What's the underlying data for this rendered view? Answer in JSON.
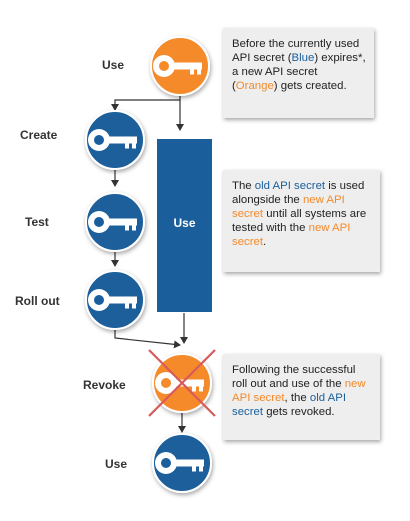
{
  "steps": {
    "use_top": "Use",
    "create": "Create",
    "test": "Test",
    "rollout": "Roll out",
    "revoke": "Revoke",
    "use_bottom": "Use"
  },
  "use_bar": {
    "label": "Use"
  },
  "notes": {
    "note1": {
      "t1": "Before the currently used API secret (",
      "blue": "Blue",
      "t2": ") expires*, a new API secret (",
      "orange": "Orange",
      "t3": ") gets created."
    },
    "note2": {
      "t1": "The ",
      "old": "old API secret",
      "t2": " is used alongside the ",
      "new1": "new API secret",
      "t3": " until all systems are tested with the ",
      "new2": "new API secret",
      "t4": "."
    },
    "note3": {
      "t1": "Following the successful roll out and use of the ",
      "new": "new API secret",
      "t2": ", the ",
      "old": "old API secret",
      "t3": " gets revoked."
    }
  },
  "colors": {
    "blue": "#1a5f9b",
    "orange": "#f58a2a",
    "revoke_x": "#d85a5a",
    "note_bg": "#eeeeee",
    "arrow": "#333333"
  },
  "icons": {
    "use_top": "key-icon-orange",
    "create": "key-icon-blue",
    "test": "key-icon-blue",
    "rollout": "key-icon-blue",
    "revoke": "key-icon-orange-crossed",
    "use_bottom": "key-icon-blue"
  }
}
